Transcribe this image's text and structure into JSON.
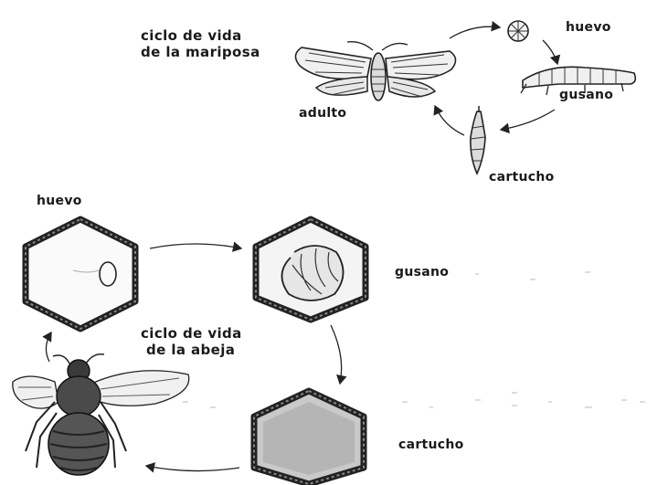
{
  "butterfly_cycle": {
    "title_line1": "ciclo de vida",
    "title_line2": "de la mariposa",
    "stages": {
      "egg": "huevo",
      "larva": "gusano",
      "pupa": "cartucho",
      "adult": "adulto"
    }
  },
  "bee_cycle": {
    "title_line1": "ciclo de vida",
    "title_line2": "de la abeja",
    "stages": {
      "egg": "huevo",
      "larva": "gusano",
      "pupa": "cartucho"
    }
  }
}
